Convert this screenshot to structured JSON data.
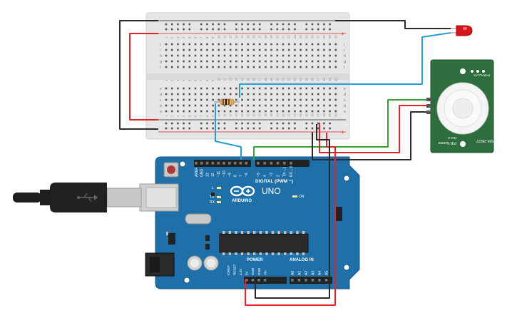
{
  "breadboard": {
    "top_rail_minus": "-",
    "top_rail_plus": "+",
    "bottom_rail_minus": "-",
    "bottom_rail_plus": "+",
    "row_letters_top": [
      "j",
      "i",
      "h",
      "g",
      "f"
    ],
    "row_letters_bottom": [
      "e",
      "d",
      "c",
      "b",
      "a"
    ],
    "column_numbers": [
      "1",
      "2",
      "3",
      "4",
      "5",
      "6",
      "7",
      "8",
      "9",
      "10",
      "11",
      "12",
      "13",
      "14",
      "15",
      "16",
      "17",
      "18",
      "19",
      "20",
      "21",
      "22",
      "23",
      "24",
      "25",
      "26",
      "27",
      "28",
      "29",
      "30"
    ]
  },
  "arduino": {
    "brand": "ARDUINO",
    "model": "UNO",
    "digital_label": "DIGITAL (PWM ~)",
    "power_label": "POWER",
    "analog_label": "ANALOG IN",
    "on_label": "ON",
    "l_label": "L",
    "tx_label": "TX",
    "rx_label": "RX",
    "digital_pins": [
      "AREF",
      "GND",
      "13",
      "12",
      "~11",
      "~10",
      "~9",
      "8",
      "7",
      "~6",
      "~5",
      "4",
      "~3",
      "2",
      "TX→1",
      "RX←0"
    ],
    "power_pins": [
      "IOREF",
      "RESET",
      "3.3V",
      "5V",
      "GND",
      "GND",
      "Vin"
    ],
    "analog_pins": [
      "A0",
      "A1",
      "A2",
      "A3",
      "A4",
      "A5"
    ]
  },
  "pir_sensor": {
    "title": "PIR Sensor",
    "rev": "Rev 6",
    "part": "555-28027",
    "top_label": "PARALLAX"
  },
  "colors": {
    "board_blue": "#1f6fa8",
    "wire_red": "#e3222a",
    "wire_black": "#2b2b2b",
    "wire_green": "#3aa13a",
    "wire_blue": "#2b9bd3",
    "led_red": "#d6141c",
    "sensor_green": "#2e6e3e"
  }
}
